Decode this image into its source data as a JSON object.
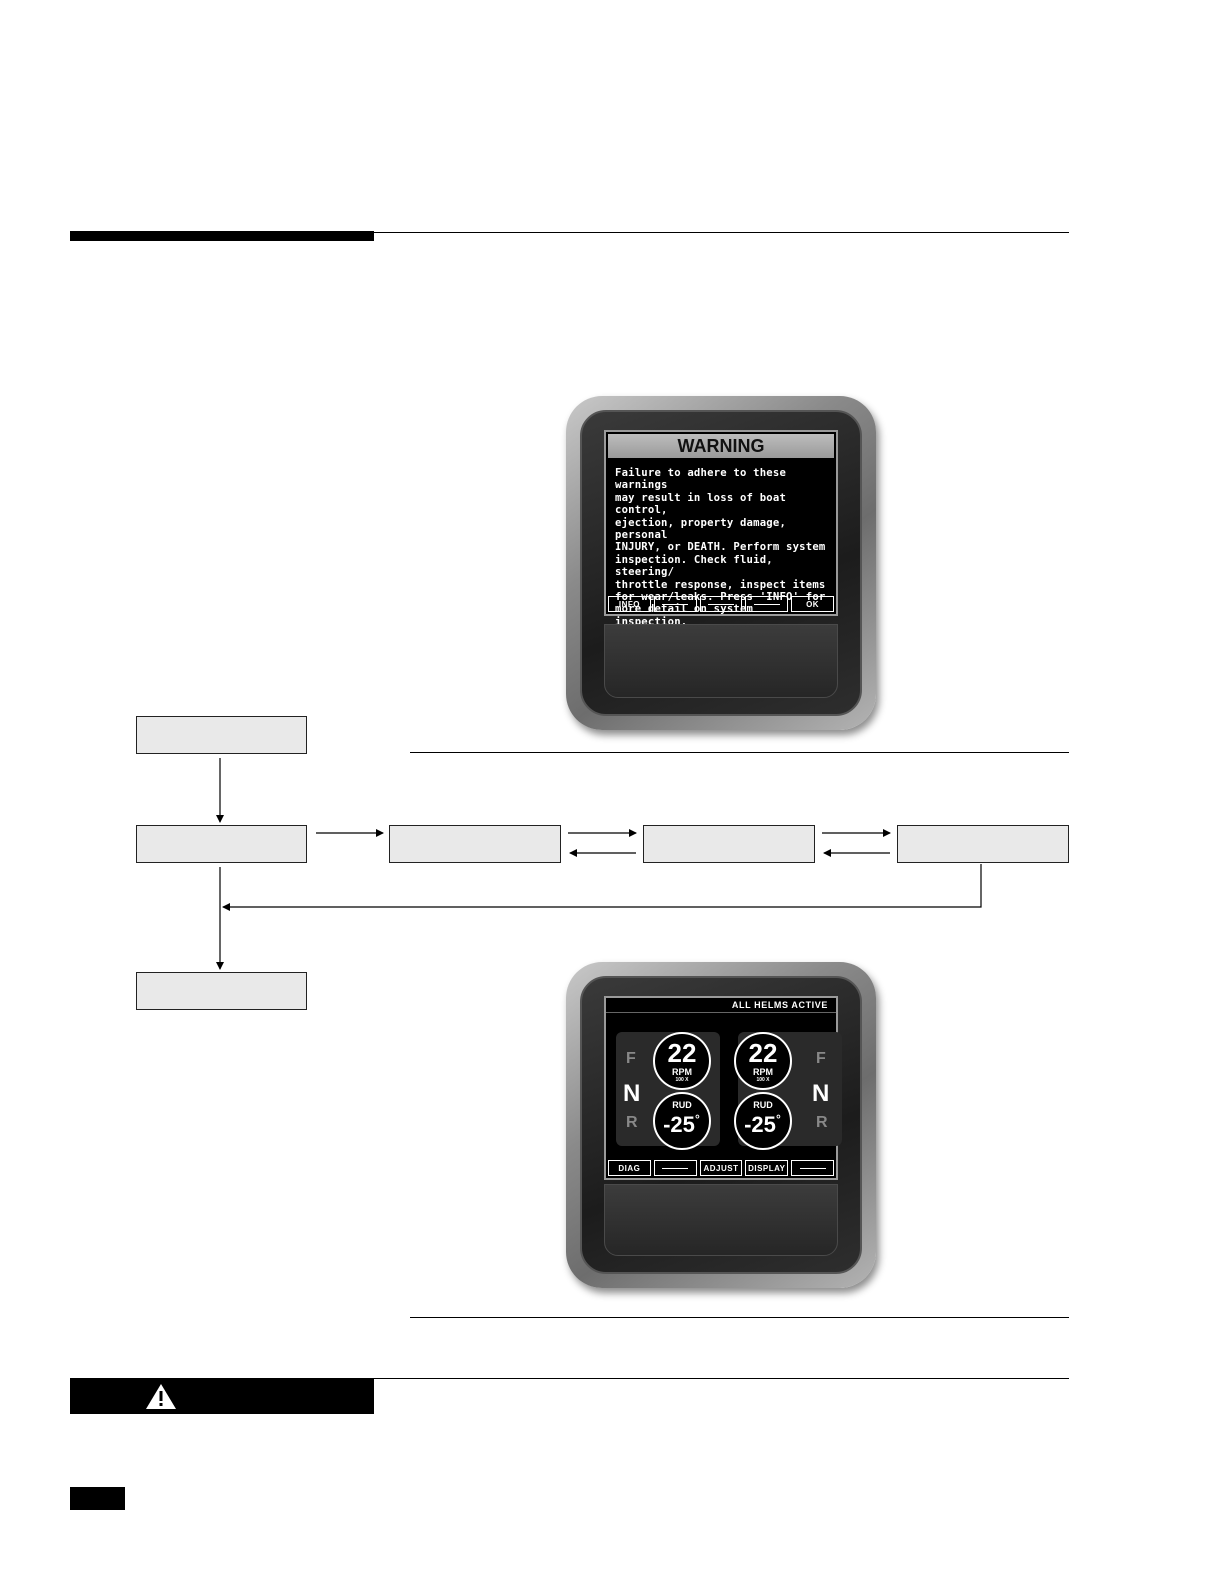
{
  "display1": {
    "title": "WARNING",
    "body": "Failure to adhere to these warnings\nmay result in loss of boat control,\nejection, property damage, personal\nINJURY, or DEATH. Perform system\ninspection. Check fluid, steering/\nthrottle response, inspect items\nfor wear/leaks. Press 'INFO' for\nmore detail on system inspection.\nPress 'OK' to confirm completion.",
    "softkeys": [
      "INFO",
      "",
      "",
      "",
      "OK"
    ]
  },
  "display2": {
    "status": "ALL HELMS ACTIVE",
    "gear_forward": "F",
    "gear_neutral": "N",
    "gear_reverse": "R",
    "rpm_value": "22",
    "rpm_label": "RPM",
    "rpm_multiplier": "100 X",
    "rudder_label": "RUD",
    "rudder_value": "-25",
    "rudder_unit": "°",
    "softkeys": [
      "DIAG",
      "",
      "ADJUST",
      "DISPLAY",
      ""
    ]
  }
}
